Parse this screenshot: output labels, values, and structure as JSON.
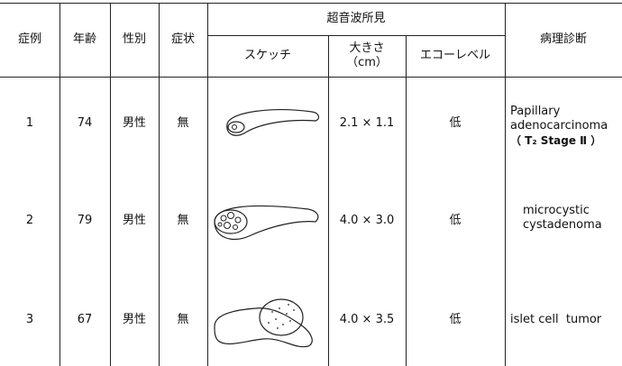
{
  "table": {
    "headers": {
      "case": "症例",
      "age": "年齢",
      "sex": "性別",
      "symptom": "症状",
      "ultrasound": "超音波所見",
      "sketch": "スケッチ",
      "size_line1": "大きさ",
      "size_line2": "（cm）",
      "echo": "エコーレベル",
      "pathology": "病理診断"
    },
    "rows": [
      {
        "case": "1",
        "age": "74",
        "sex": "男性",
        "symptom": "無",
        "size": "2.1 × 1.1",
        "echo": "低",
        "diagnosis_lines": [
          "Papillary",
          "adenocarcinoma",
          "（ T₂  Stage Ⅱ ）"
        ]
      },
      {
        "case": "2",
        "age": "79",
        "sex": "男性",
        "symptom": "無",
        "size": "4.0 × 3.0",
        "echo": "低",
        "diagnosis_lines": [
          "microcystic",
          "cystadenoma"
        ]
      },
      {
        "case": "3",
        "age": "67",
        "sex": "男性",
        "symptom": "無",
        "size": "4.0 × 3.5",
        "echo": "低",
        "diagnosis_lines": [
          "islet cell  tumor"
        ]
      }
    ]
  }
}
